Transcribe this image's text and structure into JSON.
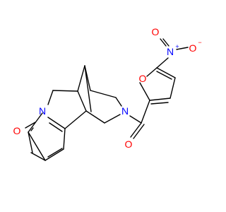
{
  "molecule": {
    "atoms": {
      "o_carbonyl_left": "O",
      "n_pyridone": "N",
      "n_amide": "N",
      "o_amide": "O",
      "o_furan": "O",
      "n_nitro": "N",
      "o_nitro_top": "O",
      "o_nitro_right": "O"
    },
    "charges": {
      "n_nitro": "+",
      "o_nitro_right": "−"
    },
    "colors": {
      "bond": "#000000",
      "nitrogen": "#0000ff",
      "oxygen": "#ff0000"
    }
  }
}
